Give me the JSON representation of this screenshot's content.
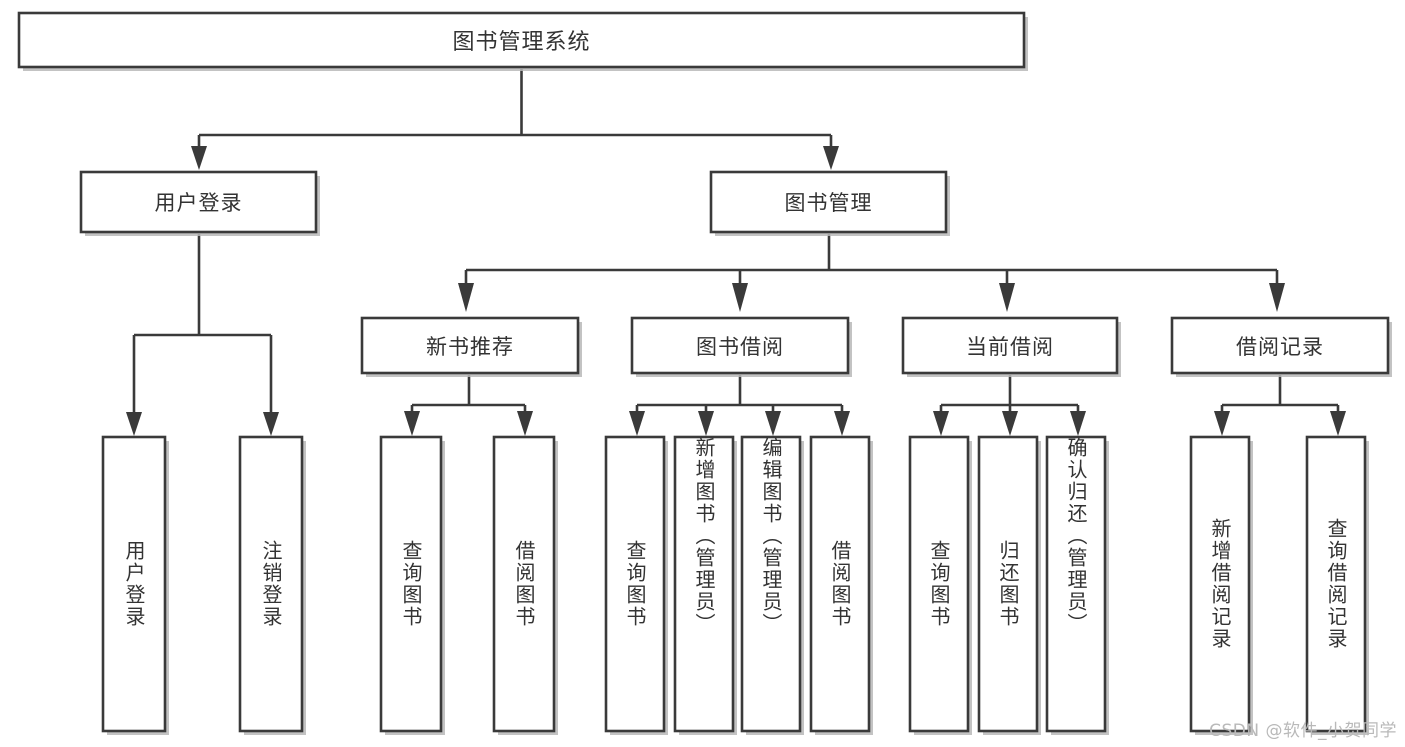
{
  "diagram": {
    "type": "tree",
    "title": "图书管理系统",
    "orientation": "top-down",
    "background_color": "#ffffff",
    "node_fill": "#ffffff",
    "node_stroke": "#3a3a3a",
    "text_color": "#333333",
    "connector_color": "#3a3a3a",
    "levels": 4
  },
  "nodes": {
    "root": {
      "label": "图书管理系统",
      "level": 0,
      "orientation": "horizontal"
    },
    "l1": [
      {
        "id": "user-login",
        "label": "用户登录",
        "level": 1,
        "orientation": "horizontal"
      },
      {
        "id": "book-manage",
        "label": "图书管理",
        "level": 1,
        "orientation": "horizontal"
      }
    ],
    "l2": [
      {
        "id": "new-book-recommend",
        "label": "新书推荐",
        "level": 2,
        "orientation": "horizontal",
        "parent": "book-manage"
      },
      {
        "id": "book-borrow",
        "label": "图书借阅",
        "level": 2,
        "orientation": "horizontal",
        "parent": "book-manage"
      },
      {
        "id": "current-borrow",
        "label": "当前借阅",
        "level": 2,
        "orientation": "horizontal",
        "parent": "book-manage"
      },
      {
        "id": "borrow-record",
        "label": "借阅记录",
        "level": 2,
        "orientation": "horizontal",
        "parent": "book-manage"
      }
    ],
    "leaves": [
      {
        "id": "leaf-user-login",
        "label": "用户登录",
        "parent": "user-login",
        "orientation": "vertical"
      },
      {
        "id": "leaf-logout-login",
        "label": "注销登录",
        "parent": "user-login",
        "orientation": "vertical"
      },
      {
        "id": "leaf-query-book-1",
        "label": "查询图书",
        "parent": "new-book-recommend",
        "orientation": "vertical"
      },
      {
        "id": "leaf-borrow-book-1",
        "label": "借阅图书",
        "parent": "new-book-recommend",
        "orientation": "vertical"
      },
      {
        "id": "leaf-query-book-2",
        "label": "查询图书",
        "parent": "book-borrow",
        "orientation": "vertical"
      },
      {
        "id": "leaf-add-book",
        "label": "新增图书（管理员）",
        "parent": "book-borrow",
        "orientation": "vertical"
      },
      {
        "id": "leaf-edit-book",
        "label": "编辑图书（管理员）",
        "parent": "book-borrow",
        "orientation": "vertical"
      },
      {
        "id": "leaf-borrow-book-2",
        "label": "借阅图书",
        "parent": "book-borrow",
        "orientation": "vertical"
      },
      {
        "id": "leaf-query-book-3",
        "label": "查询图书",
        "parent": "current-borrow",
        "orientation": "vertical"
      },
      {
        "id": "leaf-return-book",
        "label": "归还图书",
        "parent": "current-borrow",
        "orientation": "vertical"
      },
      {
        "id": "leaf-confirm-return",
        "label": "确认归还（管理员）",
        "parent": "current-borrow",
        "orientation": "vertical"
      },
      {
        "id": "leaf-add-record",
        "label": "新增借阅记录",
        "parent": "borrow-record",
        "orientation": "vertical"
      },
      {
        "id": "leaf-query-record",
        "label": "查询借阅记录",
        "parent": "borrow-record",
        "orientation": "vertical"
      }
    ]
  },
  "watermark": {
    "text": "CSDN @软件_小贺同学",
    "color": "#b9b9b9"
  }
}
